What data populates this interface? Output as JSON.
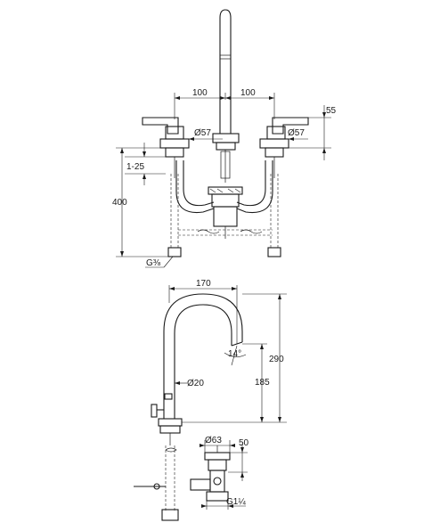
{
  "front_view": {
    "dim_left_spacing": "100",
    "dim_right_spacing": "100",
    "dim_right_height": "55",
    "dim_left_rosette": "Ø57",
    "dim_right_rosette": "Ø57",
    "dim_range": "1-25",
    "dim_total_height": "400",
    "dim_thread": "G⅜"
  },
  "side_view": {
    "dim_reach": "170",
    "dim_height": "290",
    "dim_outlet_height": "185",
    "dim_spout_diameter": "Ø20",
    "dim_angle": "14°",
    "dim_waste_diameter": "Ø63",
    "dim_waste_height": "50",
    "dim_waste_thread": "G1¼"
  }
}
